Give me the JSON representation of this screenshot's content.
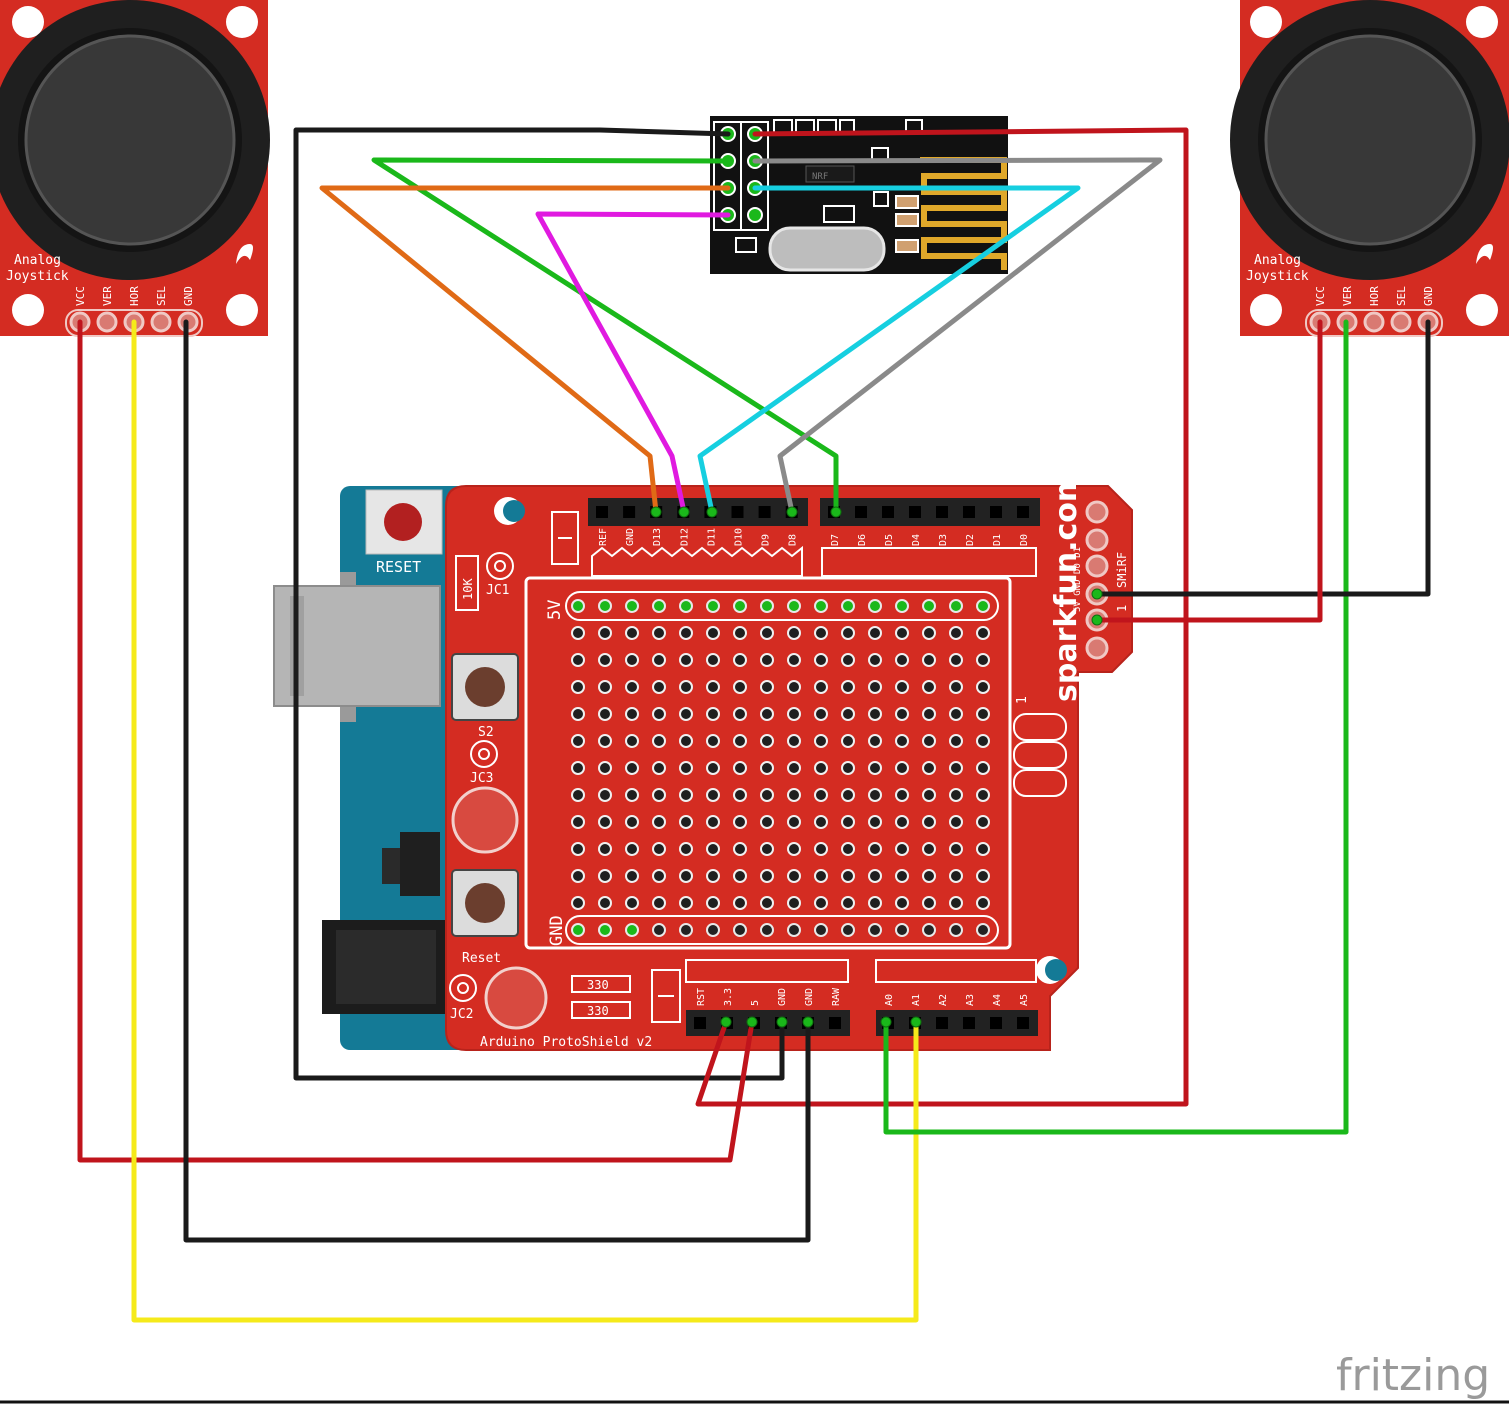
{
  "colors": {
    "red_board": "#d42c22",
    "red_board_dark": "#b8231b",
    "arduino_blue": "#147a96",
    "nrf_black": "#111111",
    "wire_red": "#c0141c",
    "wire_black": "#1a1a1a",
    "wire_green": "#1ab81a",
    "wire_yellow": "#f5ea1a",
    "wire_orange": "#e06a16",
    "wire_magenta": "#e01ae0",
    "wire_cyan": "#16cfe0",
    "wire_gray": "#8a8a8a"
  },
  "joystick_left": {
    "title_line1": "Analog",
    "title_line2": "Joystick",
    "pins": [
      "VCC",
      "VER",
      "HOR",
      "SEL",
      "GND"
    ]
  },
  "joystick_right": {
    "title_line1": "Analog",
    "title_line2": "Joystick",
    "pins": [
      "VCC",
      "VER",
      "HOR",
      "SEL",
      "GND"
    ]
  },
  "nrf_module": {
    "chip_label": "NRF"
  },
  "shield": {
    "name": "Arduino ProtoShield v2",
    "brand": "sparkfun.com",
    "reset_top": "RESET",
    "reset_bottom": "Reset",
    "jc1": "JC1",
    "jc2": "JC2",
    "jc3": "JC3",
    "s2": "S2",
    "r10k": "10K",
    "r330a": "330",
    "r330b": "330",
    "label_5v": "5V",
    "label_gnd": "GND",
    "label_1": "1",
    "digital_pins": [
      "REF",
      "GND",
      "D13",
      "D12",
      "D11",
      "D10",
      "D9",
      "D8",
      "D7",
      "D6",
      "D5",
      "D4",
      "D3",
      "D2",
      "D1",
      "D0"
    ],
    "power_pins": [
      "RST",
      "3.3",
      "5",
      "GND",
      "GND",
      "RAW"
    ],
    "analog_pins": [
      "A0",
      "A1",
      "A2",
      "A3",
      "A4",
      "A5"
    ],
    "smirf_title": "SMiRF",
    "smirf_pins": "5V GND D0 D1",
    "smirf_num": "1"
  },
  "watermark": "fritzing"
}
